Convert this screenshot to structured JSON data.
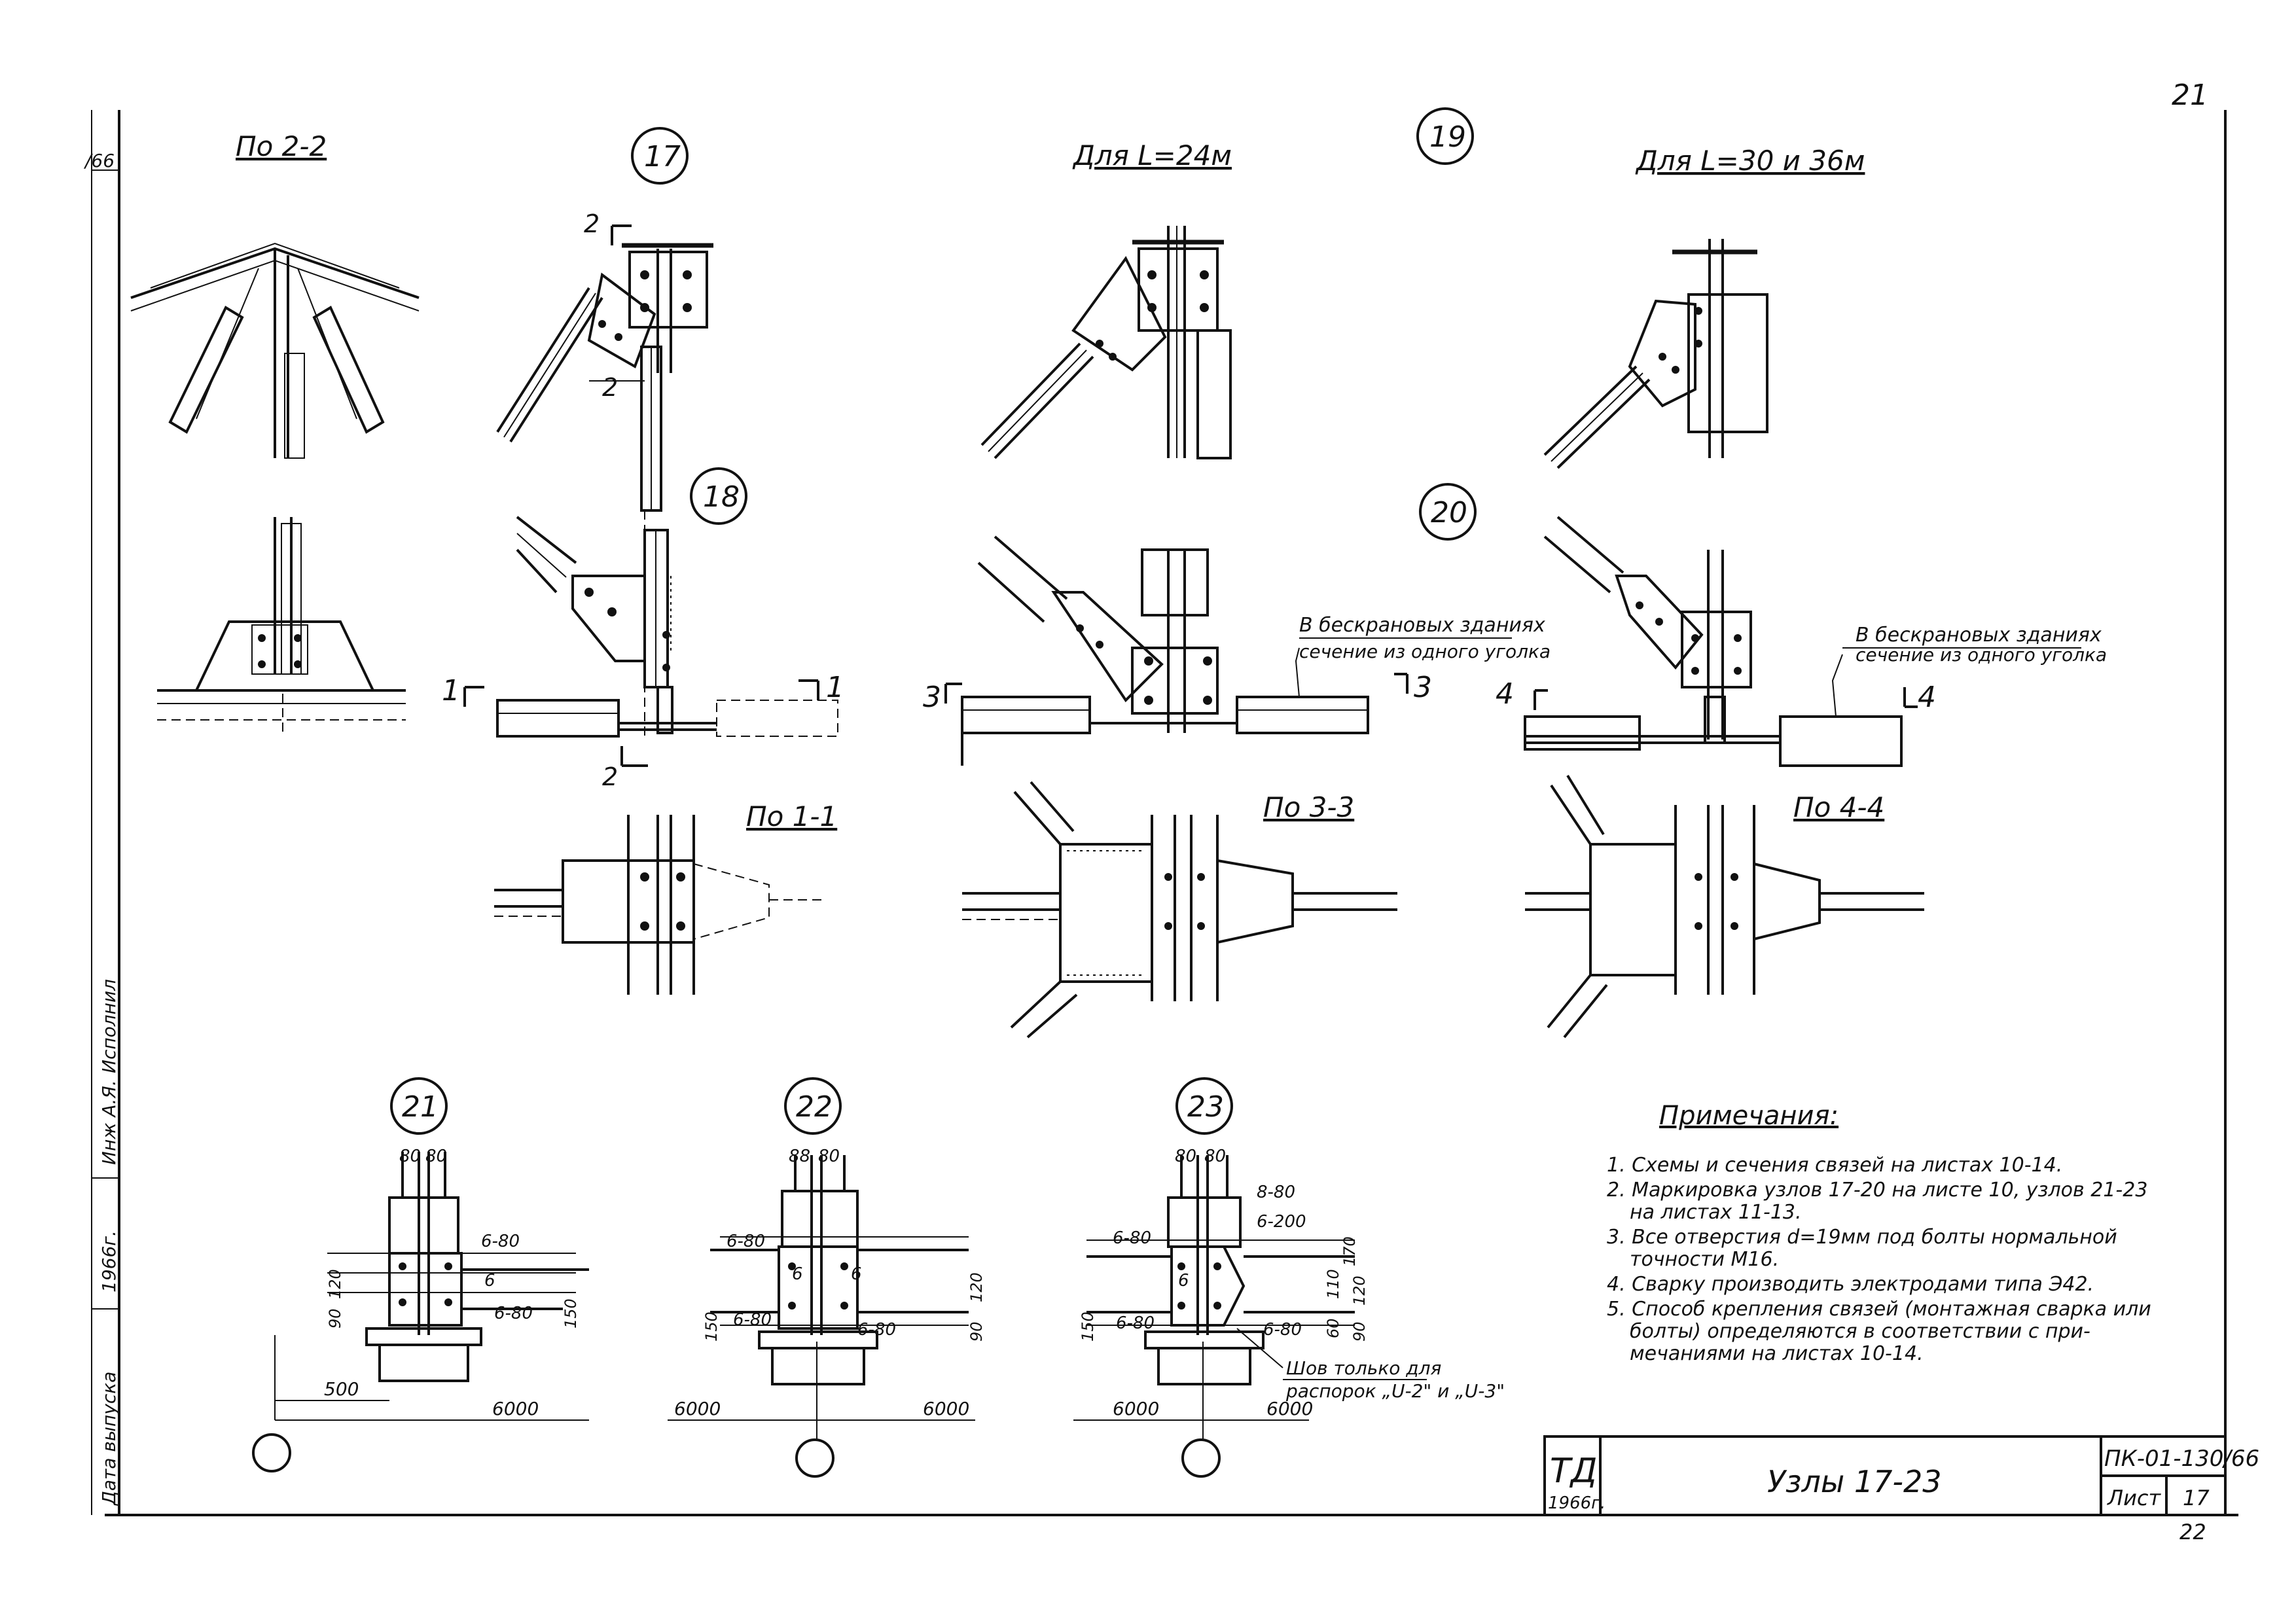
{
  "sheet_number_top": "21",
  "views": {
    "section_2_2": "По 2-2",
    "section_1_1": "По 1-1",
    "section_3_3": "По 3-3",
    "section_4_4": "По 4-4",
    "for_l24": "Для L=24м",
    "for_l30_36": "Для L=30 и 36м"
  },
  "node_numbers": [
    "17",
    "18",
    "19",
    "20",
    "21",
    "22",
    "23"
  ],
  "section_marks": {
    "one": "1",
    "two": "2",
    "three": "3",
    "four": "4"
  },
  "callouts": {
    "craneless_line1": "В бескрановых зданиях",
    "craneless_line2": "сечение из одного уголка",
    "weld_line1": "Шов только для",
    "weld_line2": "распорок „U-2\" и „U-3\""
  },
  "dims": {
    "d_80": "80",
    "d_88": "88",
    "d_6_80": "6-80",
    "d_6_200": "6-200",
    "d_8_80": "8-80",
    "d_500": "500",
    "d_6000": "6000",
    "d_6": "6",
    "d_150": "150",
    "d_120": "120",
    "d_90": "90",
    "d_170": "170",
    "d_110": "110",
    "d_60": "60"
  },
  "notes": {
    "heading": "Примечания:",
    "items": [
      "1. Схемы и сечения связей на листах 10-14.",
      "2. Маркировка узлов 17-20 на листе 10, узлов 21-23",
      "на листах 11-13.",
      "3. Все отверстия d=19мм под болты нормальной",
      "точности М16.",
      "4. Сварку производить электродами типа Э42.",
      "5. Способ крепления связей (монтажная сварка или",
      "болты) определяются в соответствии с при-",
      "мечаниями на листах 10-14."
    ]
  },
  "title_block": {
    "org": "ТД",
    "year": "1966г.",
    "title": "Узлы 17-23",
    "code": "ПК-01-130/66",
    "sheet_label": "Лист",
    "sheet_value": "17",
    "bottom_number": "22"
  },
  "margin_stamp": {
    "code": "/66",
    "year": "1966г.",
    "executor": "Исполнил",
    "engineer": "Инж А.Я.",
    "release_date": "Дата выпуска"
  }
}
